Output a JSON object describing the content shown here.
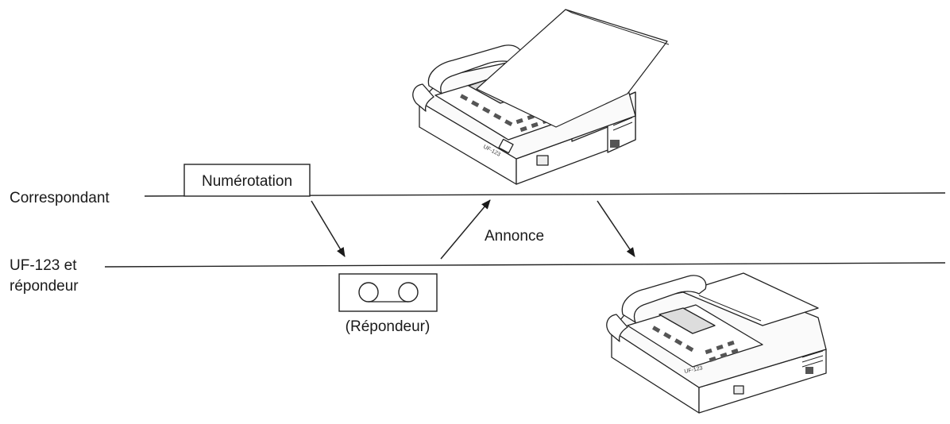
{
  "diagram": {
    "rows": {
      "correspondent": "Correspondant",
      "uf123_line1": "UF-123 et",
      "uf123_line2": "répondeur"
    },
    "steps": {
      "dialing": "Numérotation",
      "announcement": "Annonce",
      "answering_machine": "(Répondeur)"
    },
    "device_label": "UF-123"
  }
}
